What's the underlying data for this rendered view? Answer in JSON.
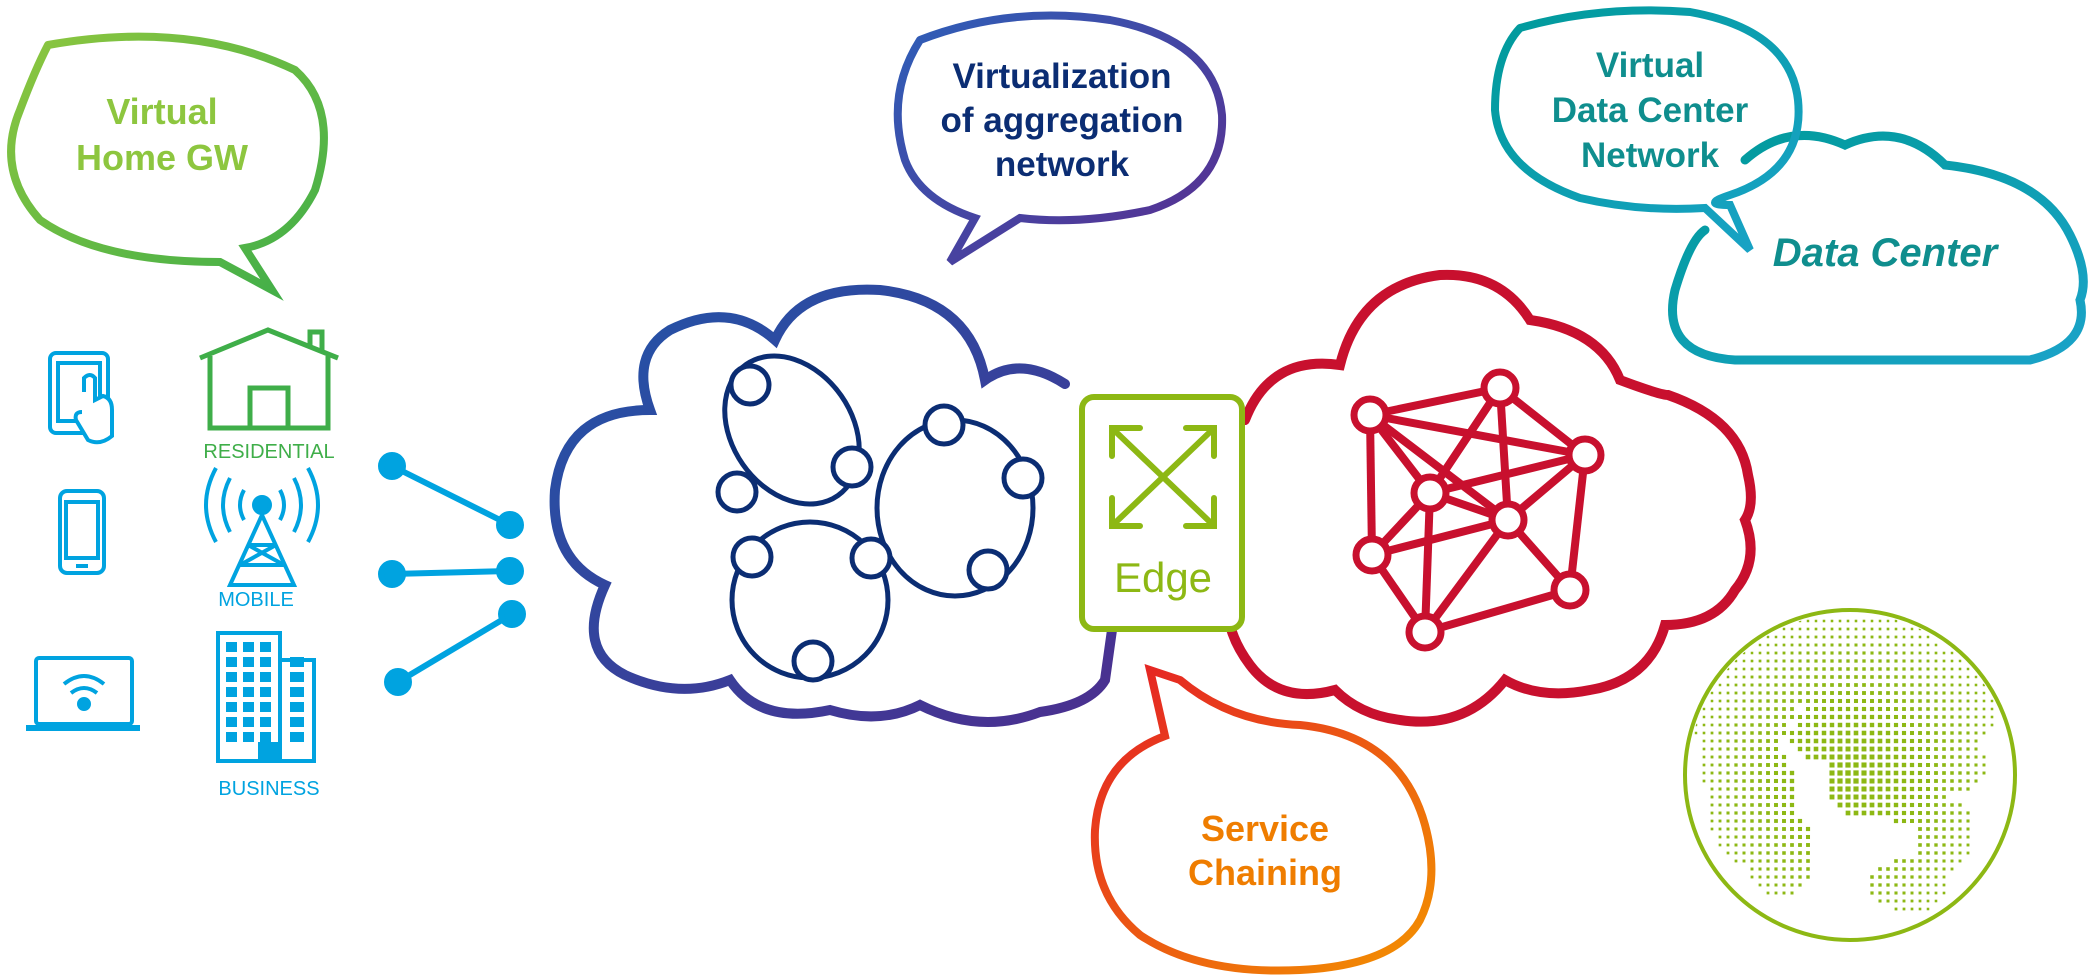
{
  "bubbles": {
    "home_gw": {
      "line1": "Virtual",
      "line2": "Home GW"
    },
    "aggregation": {
      "line1": "Virtualization",
      "line2": "of aggregation",
      "line3": "network"
    },
    "dc_network": {
      "line1": "Virtual",
      "line2": "Data Center",
      "line3": "Network"
    },
    "service_chaining": {
      "line1": "Service",
      "line2": "Chaining"
    }
  },
  "clouds": {
    "data_center": "Data Center"
  },
  "edge": {
    "label": "Edge"
  },
  "access": {
    "residential": "RESIDENTIAL",
    "mobile": "MOBILE",
    "business": "BUSINESS"
  },
  "colors": {
    "green": "#6db33f",
    "lime": "#8db814",
    "blue": "#00a3e0",
    "navy": "#0b2d73",
    "red": "#c8102e",
    "teal": "#0f8e8e",
    "orange": "#ef7d00",
    "purple": "#5a2d8c"
  }
}
